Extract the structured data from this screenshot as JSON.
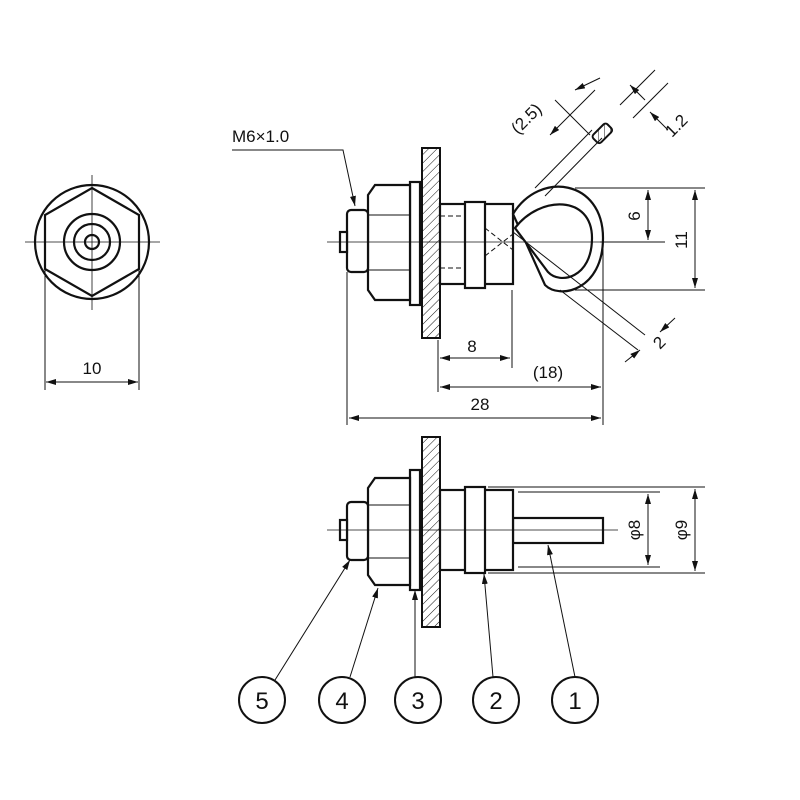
{
  "drawing": {
    "thread_spec": "M6×1.0",
    "dimensions": {
      "front_width": "10",
      "body_length": "8",
      "eye_length": "(18)",
      "overall_length": "28",
      "eye_inner": "6",
      "eye_outer": "11",
      "wire_section": "(2.5)",
      "wire_thickness": "1.2",
      "eye_wire": "2",
      "pin_dia": "φ8",
      "ring_dia": "φ9"
    },
    "balloons": [
      "5",
      "4",
      "3",
      "2",
      "1"
    ]
  }
}
